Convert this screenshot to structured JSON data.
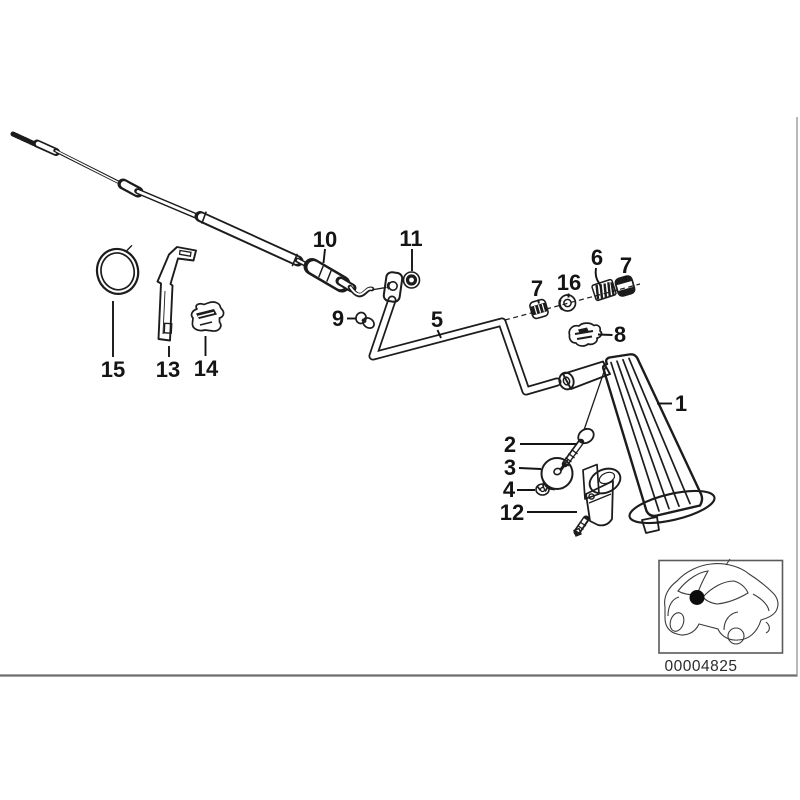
{
  "diagram": {
    "callouts": [
      {
        "part": "10"
      },
      {
        "part": "11"
      },
      {
        "part": "9"
      },
      {
        "part": "5"
      },
      {
        "part": "7"
      },
      {
        "part": "16"
      },
      {
        "part": "6"
      },
      {
        "part": "7"
      },
      {
        "part": "8"
      },
      {
        "part": "15"
      },
      {
        "part": "13"
      },
      {
        "part": "14"
      },
      {
        "part": "1"
      },
      {
        "part": "2"
      },
      {
        "part": "3"
      },
      {
        "part": "4"
      },
      {
        "part": "12"
      }
    ],
    "image_code": "00004825",
    "colors": {
      "line_ink": "#1c1c1c",
      "frame_gray": "#6e6e6e",
      "background": "#ffffff",
      "location_dot": "#0d0d0d"
    }
  }
}
